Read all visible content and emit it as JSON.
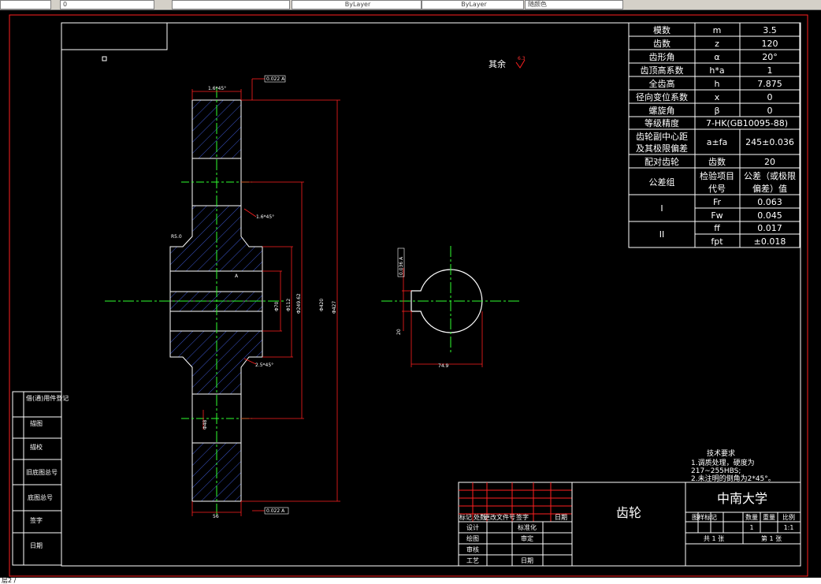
{
  "toolbar": {
    "layer_field": "0",
    "linetype_1": "ByLayer",
    "linetype_2": "ByLayer",
    "color_field": "随颜色"
  },
  "status": {
    "command_line": "层2 /"
  },
  "drawing": {
    "remainder_label": "其余",
    "remainder_roughness": "6.3",
    "spec_rows": [
      {
        "name": "模数",
        "symbol": "m",
        "value": "3.5"
      },
      {
        "name": "齿数",
        "symbol": "z",
        "value": "120"
      },
      {
        "name": "齿形角",
        "symbol": "α",
        "value": "20°"
      },
      {
        "name": "齿顶高系数",
        "symbol": "h*a",
        "value": "1"
      },
      {
        "name": "全齿高",
        "symbol": "h",
        "value": "7.875"
      },
      {
        "name": "径向变位系数",
        "symbol": "x",
        "value": "0"
      },
      {
        "name": "螺旋角",
        "symbol": "β",
        "value": "0"
      }
    ],
    "precision_label": "等级精度",
    "precision_value": "7-HK(GB10095-88)",
    "center_dist_label_1": "齿轮副中心距",
    "center_dist_label_2": "及其极限偏差",
    "center_dist_symbol": "a±fa",
    "center_dist_value": "245±0.036",
    "mating_label": "配对齿轮",
    "mating_symbol": "齿数",
    "mating_value": "20",
    "tol_group_label": "公差组",
    "tol_item_label_1": "检验项目",
    "tol_item_label_2": "代号",
    "tol_value_label_1": "公差（或极限",
    "tol_value_label_2": "偏差）值",
    "group_1": "I",
    "group_2": "II",
    "tol_rows": [
      {
        "code": "Fr",
        "value": "0.063"
      },
      {
        "code": "Fw",
        "value": "0.045"
      },
      {
        "code": "ff",
        "value": "0.017"
      },
      {
        "code": "fpt",
        "value": "±0.018"
      }
    ],
    "tech_title": "技术要求",
    "tech_line_1": "1.调质处理，硬度为",
    "tech_line_2": "217~255HBS;",
    "tech_line_3": "2.未注明的倒角为2*45°。",
    "part_name": "齿轮",
    "school": "中南大学",
    "title_headers": [
      "标记",
      "处数",
      "更改文件号",
      "签字",
      "日期"
    ],
    "title_roles": [
      "设计",
      "标准化",
      "绘图",
      "审定",
      "审核",
      "工艺",
      "日期"
    ],
    "stage_headers": [
      "图样标记",
      "数量",
      "重量",
      "比例"
    ],
    "qty_value": "1",
    "scale_value": "1:1",
    "sheet_total": "共 1 张",
    "sheet_num": "第 1 张",
    "side_labels": [
      "借(通)用件登记",
      "描图",
      "描校",
      "旧底图总号",
      "底图总号",
      "签字",
      "日期"
    ],
    "dims": {
      "chamfer_top": "1.6*45°",
      "chamfer_mid": "1.6*45°",
      "chamfer_low": "2.5*45°",
      "width_bottom": "56",
      "runout_top": "0.022 A",
      "runout_bottom": "0.022 A",
      "keyway_width": "74.9",
      "keyway_tol": "0.036 A",
      "dia_1": "Φ70",
      "dia_2": "Φ112",
      "dia_3": "Φ249.62",
      "dia_4": "Φ420",
      "dia_5": "Φ427",
      "r_label": "R5.0",
      "hole_dim": "Φ48",
      "key_dim": "20",
      "datum": "A"
    }
  }
}
